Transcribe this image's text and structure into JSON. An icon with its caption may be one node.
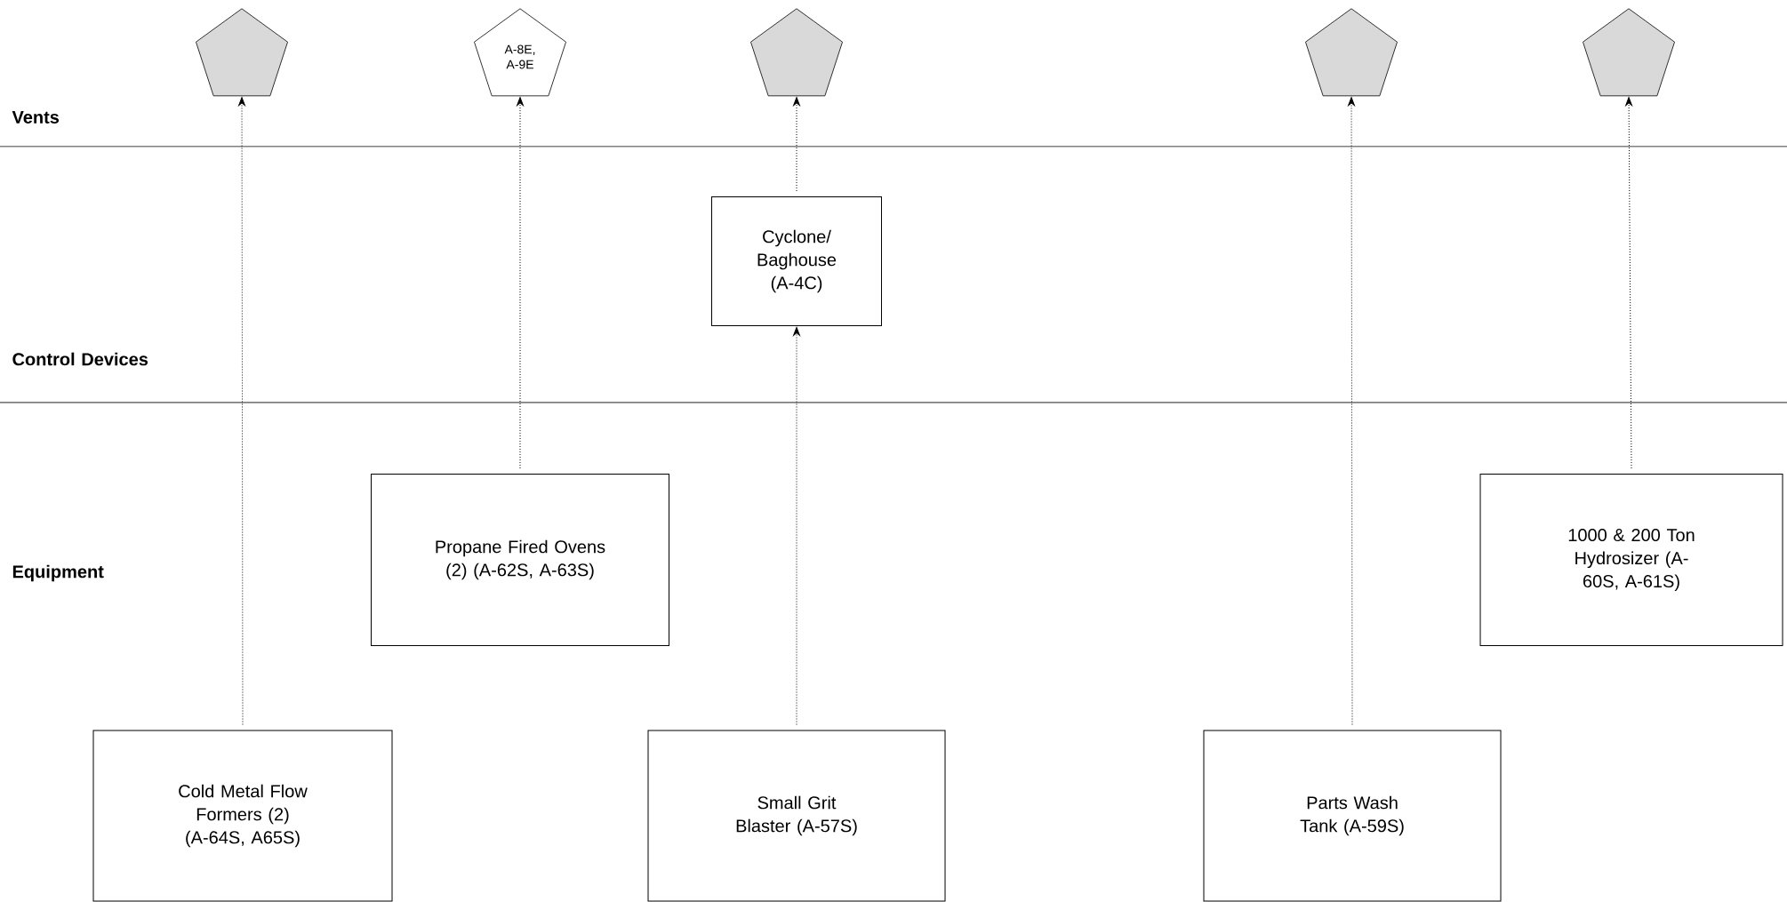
{
  "diagram": {
    "nodes": [
      {
        "text": [],
        "shape": "pentagon"
      },
      {
        "text": [
          "A-8E, A-9E"
        ]
      },
      {
        "text": [],
        "shape": "pentagon"
      },
      {
        "text": [],
        "shape": "pentagon"
      },
      {
        "text": [],
        "shape": "pentagon"
      },
      {
        "text": [
          "Cyclone/ Baghouse (A-4C)"
        ]
      },
      {
        "text": [
          "Propane Fired Ovens (2) (A-62S, A-63S)"
        ]
      },
      {
        "text": [
          "1000 & 200 Ton Hydrosizer (A-60S, A-61S)"
        ]
      },
      {
        "text": [
          "Cold Metal Flow Formers (2) (A-64S, A65S)"
        ]
      },
      {
        "text": [
          "Small Grit Blaster (A-57S)"
        ]
      },
      {
        "text": [
          "Parts Wash Tank (A-59S)"
        ]
      }
    ],
    "edges": [
      {
        "from": 8,
        "to": 0,
        "arrow": "to"
      },
      {
        "from": 6,
        "to": 1,
        "arrow": "to"
      },
      {
        "from": 5,
        "to": 2,
        "arrow": "to"
      },
      {
        "from": 9,
        "to": 5,
        "arrow": "to"
      },
      {
        "from": 10,
        "to": 3,
        "arrow": "to"
      },
      {
        "from": 7,
        "to": 4,
        "arrow": "to"
      }
    ],
    "labels": [
      "Vents",
      "Control Devices",
      "Equipment"
    ]
  }
}
